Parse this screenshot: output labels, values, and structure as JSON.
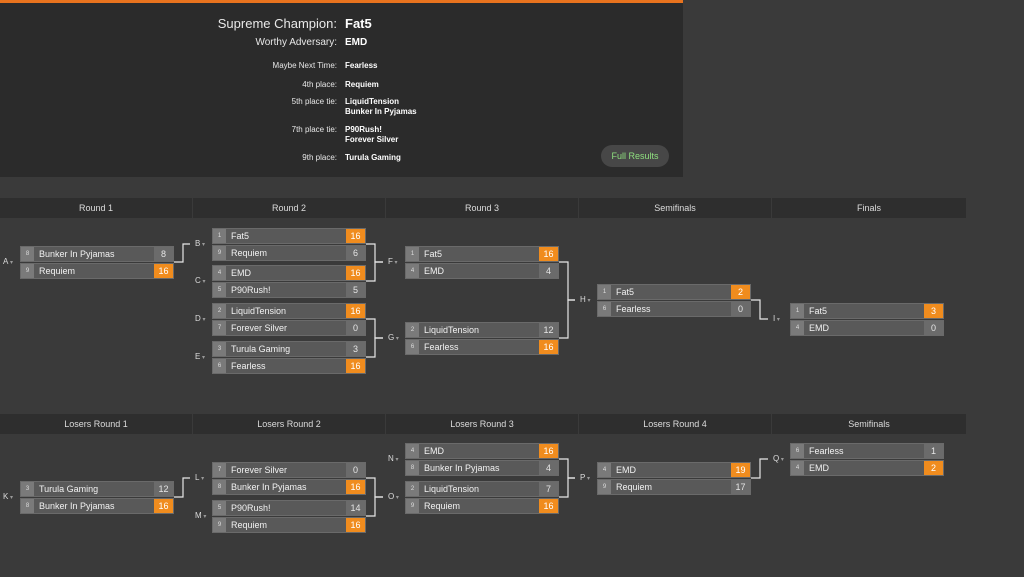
{
  "summary": {
    "champion_label": "Supreme Champion:",
    "champion": "Fat5",
    "adversary_label": "Worthy Adversary:",
    "adversary": "EMD",
    "next_time_label": "Maybe Next Time:",
    "next_time": "Fearless",
    "fourth_label": "4th place:",
    "fourth": "Requiem",
    "fifth_label": "5th place tie:",
    "fifth_a": "LiquidTension",
    "fifth_b": "Bunker In Pyjamas",
    "seventh_label": "7th place tie:",
    "seventh_a": "P90Rush!",
    "seventh_b": "Forever Silver",
    "ninth_label": "9th place:",
    "ninth": "Turula Gaming",
    "full_results_label": "Full Results"
  },
  "colors": {
    "accent": "#e8731e",
    "winner_score": "#f08c1e",
    "full_results_text": "#8fe07f"
  },
  "winners_headers": [
    "Round 1",
    "Round 2",
    "Round 3",
    "Semifinals",
    "Finals"
  ],
  "losers_headers": [
    "Losers Round 1",
    "Losers Round 2",
    "Losers Round 3",
    "Losers Round 4",
    "Semifinals"
  ],
  "matches": [
    {
      "label": "A",
      "teams": [
        {
          "seed": "8",
          "name": "Bunker In Pyjamas",
          "score": "8",
          "win": false
        },
        {
          "seed": "9",
          "name": "Requiem",
          "score": "16",
          "win": true
        }
      ]
    },
    {
      "label": "B",
      "teams": [
        {
          "seed": "1",
          "name": "Fat5",
          "score": "16",
          "win": true
        },
        {
          "seed": "9",
          "name": "Requiem",
          "score": "6",
          "win": false
        }
      ]
    },
    {
      "label": "C",
      "teams": [
        {
          "seed": "4",
          "name": "EMD",
          "score": "16",
          "win": true
        },
        {
          "seed": "5",
          "name": "P90Rush!",
          "score": "5",
          "win": false
        }
      ]
    },
    {
      "label": "D",
      "teams": [
        {
          "seed": "2",
          "name": "LiquidTension",
          "score": "16",
          "win": true
        },
        {
          "seed": "7",
          "name": "Forever Silver",
          "score": "0",
          "win": false
        }
      ]
    },
    {
      "label": "E",
      "teams": [
        {
          "seed": "3",
          "name": "Turula Gaming",
          "score": "3",
          "win": false
        },
        {
          "seed": "6",
          "name": "Fearless",
          "score": "16",
          "win": true
        }
      ]
    },
    {
      "label": "F",
      "teams": [
        {
          "seed": "1",
          "name": "Fat5",
          "score": "16",
          "win": true
        },
        {
          "seed": "4",
          "name": "EMD",
          "score": "4",
          "win": false
        }
      ]
    },
    {
      "label": "G",
      "teams": [
        {
          "seed": "2",
          "name": "LiquidTension",
          "score": "12",
          "win": false
        },
        {
          "seed": "6",
          "name": "Fearless",
          "score": "16",
          "win": true
        }
      ]
    },
    {
      "label": "H",
      "teams": [
        {
          "seed": "1",
          "name": "Fat5",
          "score": "2",
          "win": true
        },
        {
          "seed": "6",
          "name": "Fearless",
          "score": "0",
          "win": false
        }
      ]
    },
    {
      "label": "I",
      "teams": [
        {
          "seed": "1",
          "name": "Fat5",
          "score": "3",
          "win": true
        },
        {
          "seed": "4",
          "name": "EMD",
          "score": "0",
          "win": false
        }
      ]
    },
    {
      "label": "K",
      "teams": [
        {
          "seed": "3",
          "name": "Turula Gaming",
          "score": "12",
          "win": false
        },
        {
          "seed": "8",
          "name": "Bunker In Pyjamas",
          "score": "16",
          "win": true
        }
      ]
    },
    {
      "label": "L",
      "teams": [
        {
          "seed": "7",
          "name": "Forever Silver",
          "score": "0",
          "win": false
        },
        {
          "seed": "8",
          "name": "Bunker In Pyjamas",
          "score": "16",
          "win": true
        }
      ]
    },
    {
      "label": "M",
      "teams": [
        {
          "seed": "5",
          "name": "P90Rush!",
          "score": "14",
          "win": false
        },
        {
          "seed": "9",
          "name": "Requiem",
          "score": "16",
          "win": true
        }
      ]
    },
    {
      "label": "N",
      "teams": [
        {
          "seed": "4",
          "name": "EMD",
          "score": "16",
          "win": true
        },
        {
          "seed": "8",
          "name": "Bunker In Pyjamas",
          "score": "4",
          "win": false
        }
      ]
    },
    {
      "label": "O",
      "teams": [
        {
          "seed": "2",
          "name": "LiquidTension",
          "score": "7",
          "win": false
        },
        {
          "seed": "9",
          "name": "Requiem",
          "score": "16",
          "win": true
        }
      ]
    },
    {
      "label": "P",
      "teams": [
        {
          "seed": "4",
          "name": "EMD",
          "score": "19",
          "win": true
        },
        {
          "seed": "9",
          "name": "Requiem",
          "score": "17",
          "win": false
        }
      ]
    },
    {
      "label": "Q",
      "teams": [
        {
          "seed": "6",
          "name": "Fearless",
          "score": "1",
          "win": false
        },
        {
          "seed": "4",
          "name": "EMD",
          "score": "2",
          "win": true
        }
      ]
    }
  ]
}
